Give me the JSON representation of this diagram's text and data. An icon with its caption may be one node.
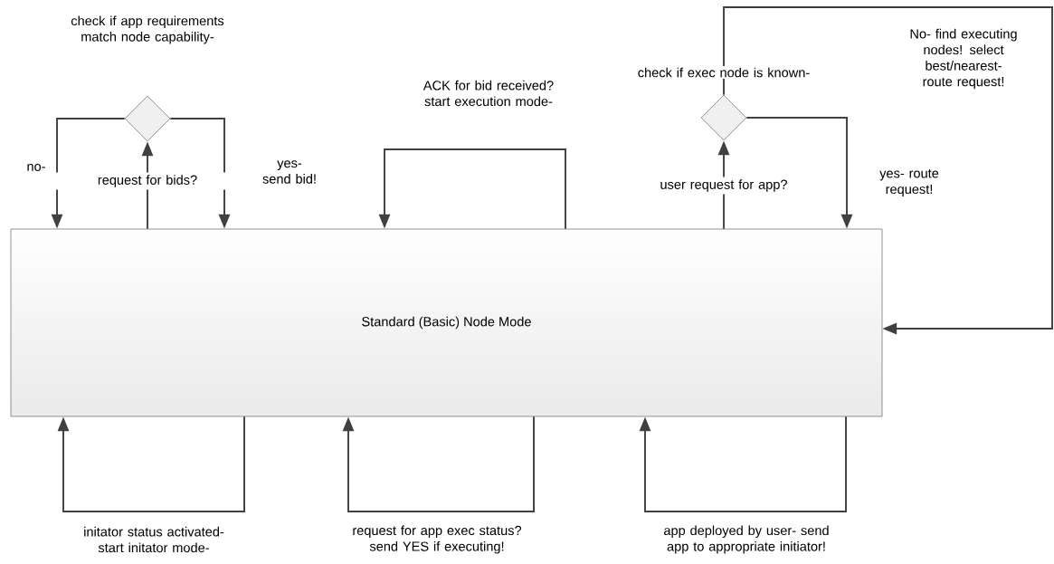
{
  "diagram": {
    "nodes": [
      {
        "text": [
          "Standard (Basic) Node Mode"
        ]
      },
      {
        "text": [],
        "shape": "diamond",
        "beside": [
          "check if app requirements match node capability-"
        ]
      },
      {
        "text": [],
        "shape": "diamond",
        "beside": [
          "check if exec node is known-"
        ]
      }
    ],
    "edges": [
      {
        "from": 0,
        "to": 1,
        "arrow": "to",
        "label": "request for bids?"
      },
      {
        "from": 1,
        "to": 0,
        "arrow": "to",
        "label": "no-"
      },
      {
        "from": 1,
        "to": 0,
        "arrow": "to",
        "label": "yes- send bid!"
      },
      {
        "from": 0,
        "to": 0,
        "arrow": "to",
        "label": "ACK for bid received? start execution mode-"
      },
      {
        "from": 0,
        "to": 2,
        "arrow": "to",
        "label": "user request for app?"
      },
      {
        "from": 2,
        "to": 0,
        "arrow": "to",
        "label": "yes- route request!"
      },
      {
        "from": 2,
        "to": 0,
        "arrow": "to",
        "label": "No- find executing nodes! select best/nearest- route request!"
      },
      {
        "from": 0,
        "to": 0,
        "arrow": "to",
        "label": "initator status activated- start initator mode-"
      },
      {
        "from": 0,
        "to": 0,
        "arrow": "to",
        "label": "request for app exec status? send YES if executing!"
      },
      {
        "from": 0,
        "to": 0,
        "arrow": "to",
        "label": "app deployed by user- send app to appropriate initiator!"
      }
    ]
  }
}
